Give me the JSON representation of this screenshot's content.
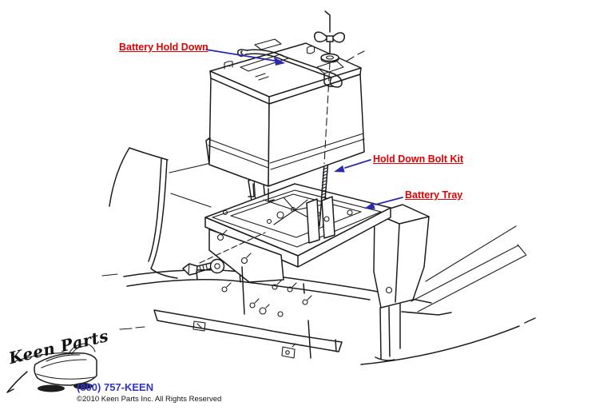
{
  "diagram": {
    "part_labels": [
      {
        "label": "Battery Hold Down"
      },
      {
        "label": "Hold Down Bolt Kit"
      },
      {
        "label": "Battery Tray"
      }
    ]
  },
  "footer": {
    "logo_text": "Keen Parts",
    "phone": "(800) 757-KEEN",
    "copyright": "©2010 Keen Parts Inc. All Rights Reserved"
  },
  "colors": {
    "label_red": "#e00000",
    "arrow_blue": "#2b2bb2",
    "phone_blue": "#3333cc",
    "ink_black": "#1c1c1c",
    "bg": "#ffffff"
  }
}
